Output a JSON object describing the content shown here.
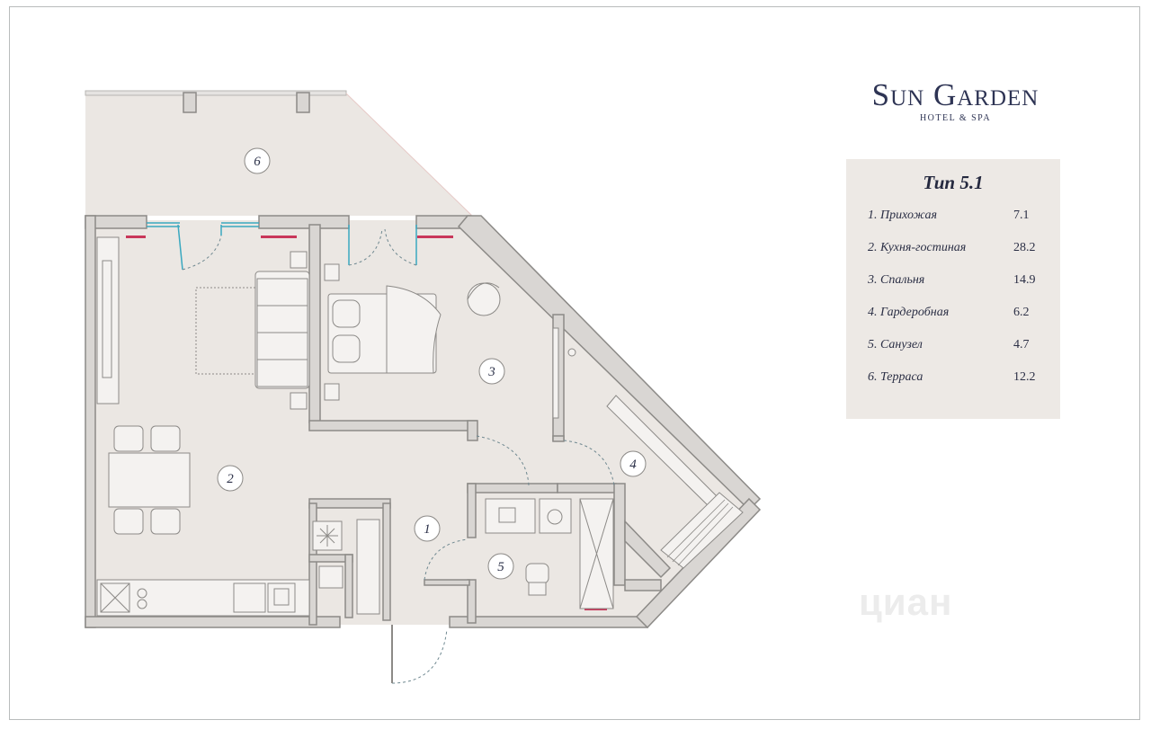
{
  "brand": {
    "name": "Sun Garden",
    "subtitle": "HOTEL & SPA"
  },
  "legend": {
    "title": "Тип 5.1",
    "rooms": [
      {
        "name": "1. Прихожая",
        "area": "7.1"
      },
      {
        "name": "2. Кухня-гостиная",
        "area": "28.2"
      },
      {
        "name": "3. Спальня",
        "area": "14.9"
      },
      {
        "name": "4. Гардеробная",
        "area": "6.2"
      },
      {
        "name": "5. Санузел",
        "area": "4.7"
      },
      {
        "name": "6. Терраса",
        "area": "12.2"
      }
    ]
  },
  "plan": {
    "room_numbers": [
      "1",
      "2",
      "3",
      "4",
      "5",
      "6"
    ]
  },
  "watermark": "циан",
  "colors": {
    "floor": "#ece8e4",
    "wall": "#d9d6d3",
    "wall_outline": "#8c8a87",
    "window": "#3aa8c0",
    "accent_red": "#c9375a",
    "text": "#2e3454",
    "legend_bg": "#ede9e5"
  }
}
